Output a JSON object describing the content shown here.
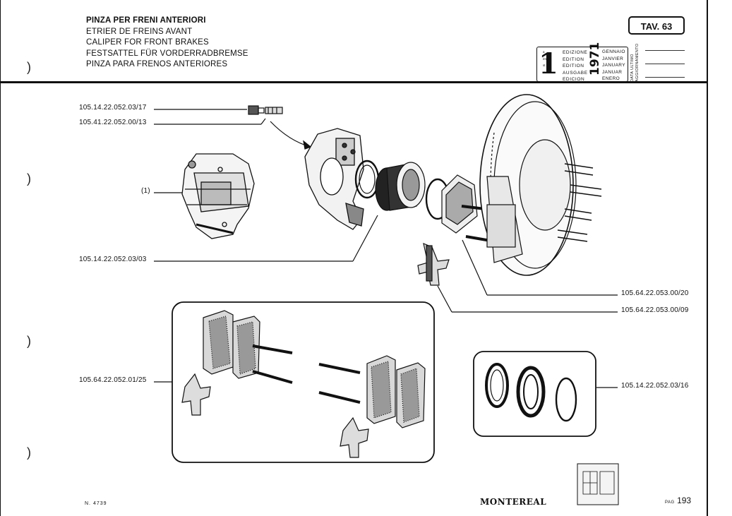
{
  "title": {
    "it": "PINZA PER FRENI ANTERIORI",
    "fr": "ETRIER DE FREINS AVANT",
    "en": "CALIPER FOR FRONT BRAKES",
    "de": "FESTSATTEL FÜR VORDERRADBREMSE",
    "es": "PINZA PARA FRENOS ANTERIORES"
  },
  "table": "TAV. 63",
  "edition": {
    "number": "1",
    "labels": [
      "EDIZIONE",
      "EDITION",
      "EDITION",
      "AUSGABE",
      "EDICION"
    ],
    "year": "1971",
    "months": [
      "GENNAIO",
      "JANVIER",
      "JANUARY",
      "JANUAR",
      "ENERO"
    ],
    "ticks": [
      "a",
      "ère",
      "st",
      "",
      "ra"
    ]
  },
  "last_update_label": [
    "DATA ULTIMO",
    "AGGIORNAMENTO"
  ],
  "parts": {
    "p1": "105.14.22.052.03/17",
    "p2": "105.41.22.052.00/13",
    "p3": "(1)",
    "p4": "105.14.22.052.03/03",
    "p5": "105.64.22.053.00/20",
    "p6": "105.64.22.053.00/09",
    "p7": "105.64.22.052.01/25",
    "p8": "105.14.22.052.03/16"
  },
  "footer": {
    "drawing_no": "N. 4739",
    "brand": "MONTEREAL",
    "page_label": "PAG",
    "page": "193"
  }
}
